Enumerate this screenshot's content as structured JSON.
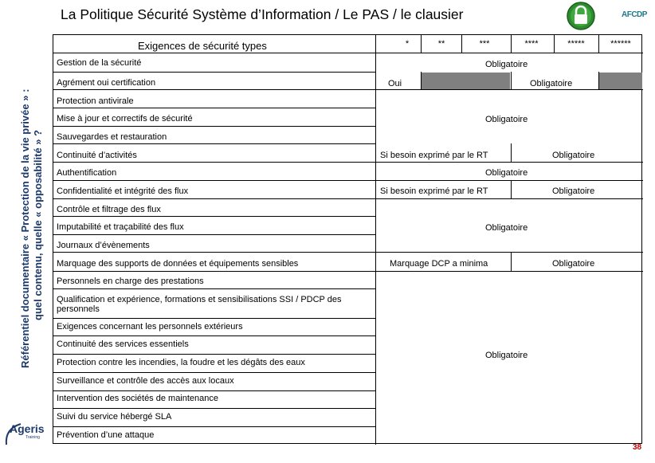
{
  "sidebar_title": [
    "Référentiel documentaire « Protection de la vie privée » :",
    "quel contenu, quelle « opposabilité » ?"
  ],
  "title": "La Politique Sécurité Système d’Information / Le PAS / le clausier",
  "logo_right": "AFCDP",
  "logo_left": {
    "name": "Ageris",
    "sub": "Training"
  },
  "page_number": "38",
  "colors": {
    "grey_cell": "#808080",
    "lock_green": "#2e8b2e",
    "page_number": "#c00000",
    "afcdp": "#1f7a8c",
    "ageris": "#1d3a6b"
  },
  "icons": [
    "lock-icon"
  ],
  "table": {
    "header": "Exigences de sécurité types",
    "levels": [
      "*",
      "**",
      "***",
      "****",
      "*****",
      "******"
    ],
    "rows": [
      "Gestion de la sécurité",
      "Agrément oui certification",
      "Protection antivirale",
      "Mise à jour et correctifs de sécurité",
      "Sauvegardes et restauration",
      "Continuité d’activités",
      "Authentification",
      "Confidentialité et intégrité des flux",
      "Contrôle et filtrage des flux",
      "Imputabilité et traçabilité des flux",
      "Journaux d’évènements",
      "Marquage des supports de données et équipements sensibles",
      "Personnels en charge des prestations",
      "Qualification et expérience, formations et sensibilisations SSI / PDCP des personnels",
      "Exigences  concernant les personnels extérieurs",
      "Continuité des services essentiels",
      "Protection contre les incendies, la foudre et les dégâts des eaux",
      "Surveillance et contrôle des accès aux locaux",
      "Intervention des sociétés de maintenance",
      "Suivi du service hébergé SLA",
      "Prévention d’une attaque"
    ],
    "values": {
      "obligatoire": "Obligatoire",
      "oui": "Oui",
      "si_besoin": "Si besoin exprimé par le RT",
      "marquage": "Marquage DCP a minima"
    }
  }
}
